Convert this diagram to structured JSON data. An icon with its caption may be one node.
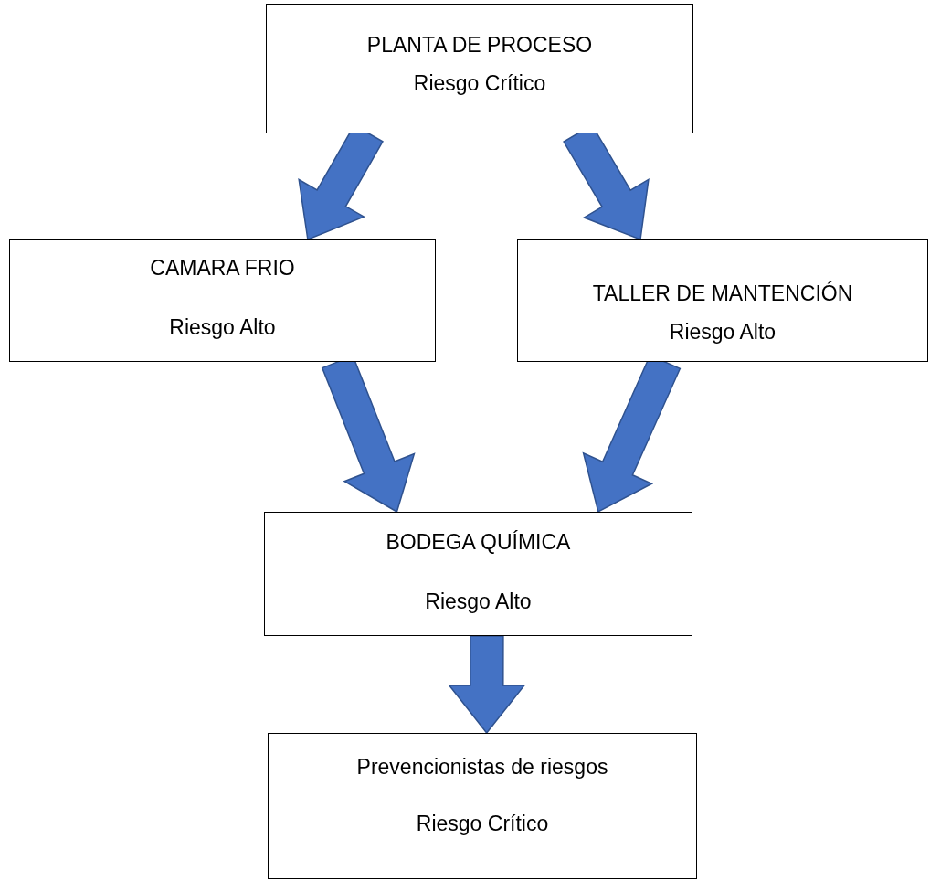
{
  "diagram": {
    "nodes": [
      {
        "text": [
          "PLANTA DE PROCESO",
          "Riesgo Crítico"
        ]
      },
      {
        "text": [
          "CAMARA FRIO",
          "Riesgo Alto"
        ]
      },
      {
        "text": [
          "TALLER DE MANTENCIÓN",
          "Riesgo Alto"
        ]
      },
      {
        "text": [
          "BODEGA QUÍMICA",
          "Riesgo Alto"
        ]
      },
      {
        "text": [
          "Prevencionistas de riesgos",
          "Riesgo Crítico"
        ]
      }
    ],
    "edges": [
      {
        "from": 0,
        "to": 1,
        "arrow": "to"
      },
      {
        "from": 0,
        "to": 2,
        "arrow": "to"
      },
      {
        "from": 1,
        "to": 3,
        "arrow": "to"
      },
      {
        "from": 2,
        "to": 3,
        "arrow": "to"
      },
      {
        "from": 3,
        "to": 4,
        "arrow": "to"
      }
    ]
  }
}
